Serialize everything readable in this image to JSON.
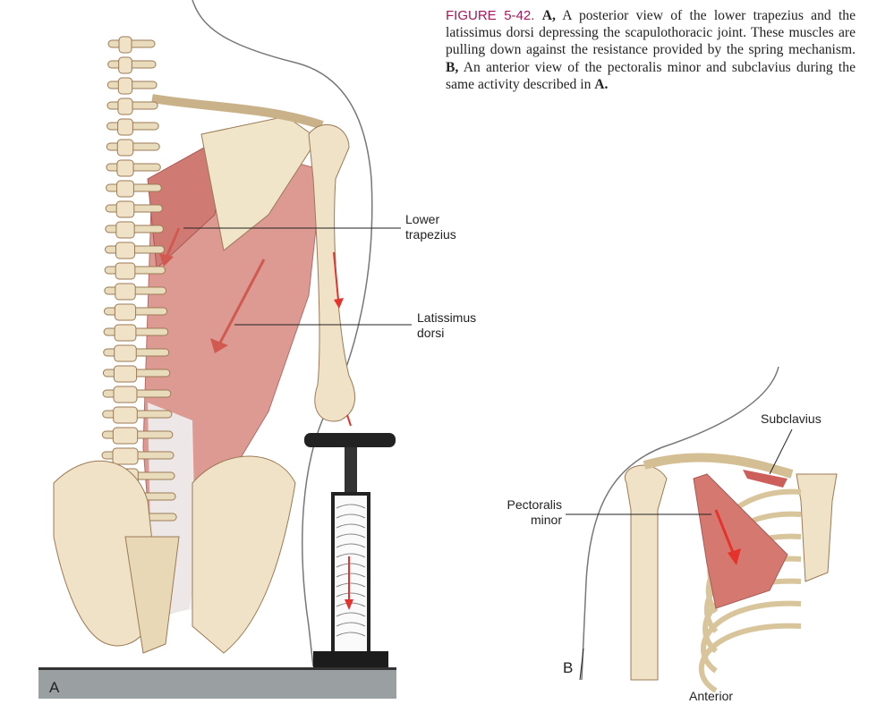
{
  "caption": {
    "figure_number": "FIGURE 5-42.",
    "part_a_marker": "A,",
    "text_a": " A posterior view of the lower trapezius and the latissimus dorsi depressing the scapulothoracic joint. These muscles are pulling down against the resistance provided by the spring mechanism. ",
    "part_b_marker": "B,",
    "text_b": " An anterior view of the pectoralis minor and subclavius during the same activity described in ",
    "end_marker": "A."
  },
  "panel_a": {
    "label": "A",
    "labels": {
      "lower_trapezius": [
        "Lower",
        "trapezius"
      ],
      "latissimus_dorsi": [
        "Latissimus",
        "dorsi"
      ]
    }
  },
  "panel_b": {
    "label": "B",
    "view": "Anterior",
    "labels": {
      "subclavius": "Subclavius",
      "pectoralis_minor": [
        "Pectoralis",
        "minor"
      ]
    }
  },
  "colors": {
    "figure_title": "#a3195b",
    "arrow": "#e5322d",
    "muscle": "#d98b86",
    "bone": "#efe2c6",
    "platform": "#9a9fa2"
  }
}
